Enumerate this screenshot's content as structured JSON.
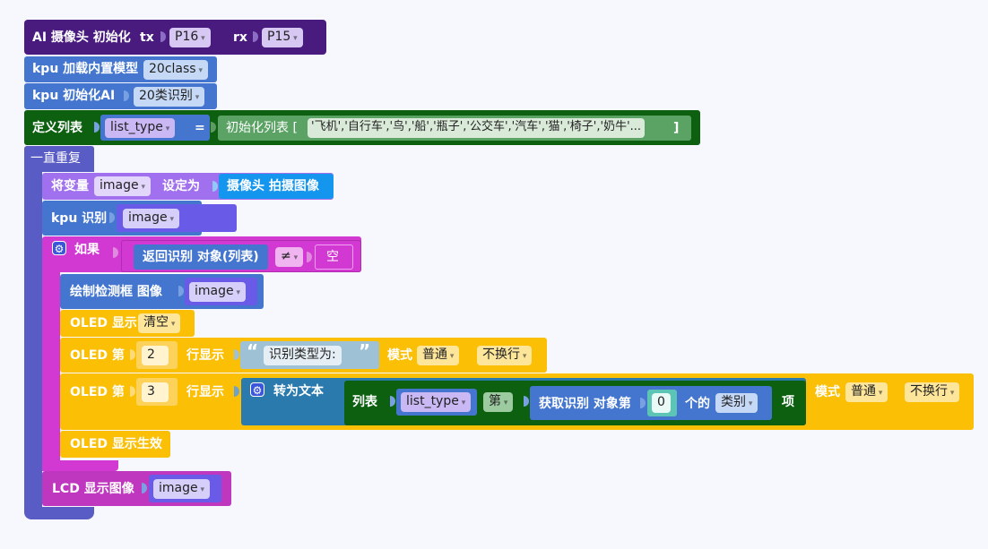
{
  "colors": {
    "camera": "#4a1b7f",
    "kpu": "#4476cf",
    "list": "#0c6010",
    "loop": "#5a5cc6",
    "variable": "#a070ef",
    "image_capture": "#1596ee",
    "logic": "#d238d2",
    "oled": "#fbbf06",
    "text": "#2b7aad",
    "lcd": "#bf37bf"
  },
  "camera_init": {
    "label": "AI 摄像头 初始化",
    "tx_label": "tx",
    "tx_value": "P16",
    "rx_label": "rx",
    "rx_value": "P15"
  },
  "kpu_load": {
    "label": "kpu 加载内置模型",
    "model": "20class"
  },
  "kpu_init": {
    "label": "kpu 初始化AI",
    "model": "20类识别"
  },
  "define_list": {
    "label": "定义列表",
    "variable": "list_type",
    "equals": "=",
    "init_label": "初始化列表 [",
    "items": "'飞机','自行车','鸟','船','瓶子','公交车','汽车','猫','椅子','奶牛'...",
    "close": "]"
  },
  "loop": {
    "label": "一直重复"
  },
  "set_var": {
    "label": "将变量",
    "variable": "image",
    "set_to": "设定为",
    "value": "摄像头 拍摄图像"
  },
  "kpu_detect": {
    "label": "kpu 识别",
    "variable": "image"
  },
  "if_block": {
    "icon": "gear-icon",
    "label": "如果",
    "condition": "返回识别 对象(列表)",
    "operator": "≠",
    "empty": "空"
  },
  "draw_box": {
    "label": "绘制检测框 图像",
    "variable": "image"
  },
  "oled_clear": {
    "label": "OLED 显示",
    "value": "清空"
  },
  "oled_line2": {
    "label": "OLED 第",
    "line": "2",
    "row_label": "行显示",
    "quote_open": "“",
    "text": "识别类型为:",
    "quote_close": "”",
    "mode_label": "模式",
    "mode": "普通",
    "wrap": "不换行"
  },
  "oled_line3": {
    "label": "OLED 第",
    "line": "3",
    "row_label": "行显示",
    "to_text": "转为文本",
    "list_label": "列表",
    "list_var": "list_type",
    "nth": "第",
    "get_label": "获取识别 对象第",
    "index": "0",
    "of_label": "个的",
    "category": "类别",
    "item": "项",
    "mode_label": "模式",
    "mode": "普通",
    "wrap": "不换行"
  },
  "oled_show": {
    "label": "OLED 显示生效"
  },
  "lcd_show": {
    "label": "LCD 显示图像",
    "variable": "image"
  }
}
